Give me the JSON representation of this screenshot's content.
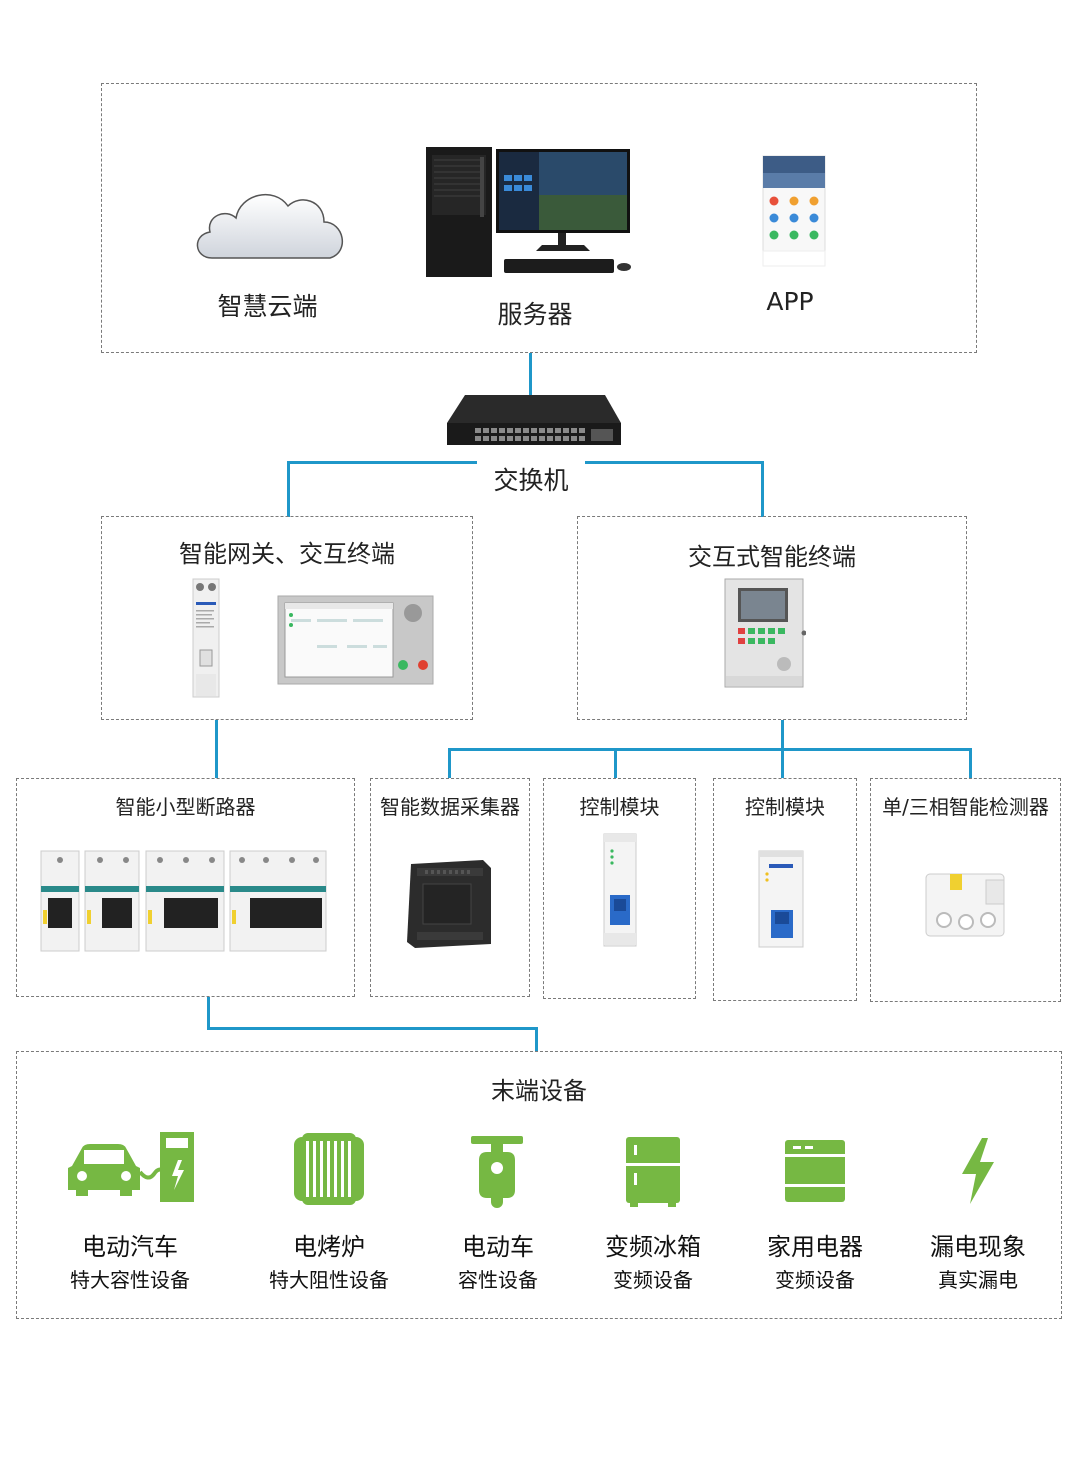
{
  "top": {
    "cloud_label": "智慧云端",
    "server_label": "服务器",
    "app_label": "APP"
  },
  "switch": {
    "label": "交换机"
  },
  "gateway": {
    "title": "智能网关、交互终端"
  },
  "interactive": {
    "title": "交互式智能终端"
  },
  "devices": [
    {
      "title": "智能小型断路器"
    },
    {
      "title": "智能数据采集器"
    },
    {
      "title": "控制模块"
    },
    {
      "title": "控制模块"
    },
    {
      "title": "单/三相智能检测器"
    }
  ],
  "terminal": {
    "title": "末端设备",
    "items": [
      {
        "name": "电动汽车",
        "sub": "特大容性设备",
        "icon": "ev-charging-icon"
      },
      {
        "name": "电烤炉",
        "sub": "特大阻性设备",
        "icon": "heater-icon"
      },
      {
        "name": "电动车",
        "sub": "容性设备",
        "icon": "scooter-icon"
      },
      {
        "name": "变频冰箱",
        "sub": "变频设备",
        "icon": "fridge-icon"
      },
      {
        "name": "家用电器",
        "sub": "变频设备",
        "icon": "appliance-icon"
      },
      {
        "name": "漏电现象",
        "sub": "真实漏电",
        "icon": "lightning-icon"
      }
    ]
  },
  "colors": {
    "connector": "#1f97c9",
    "icon_green": "#76b843",
    "border": "#7a7a7a"
  }
}
